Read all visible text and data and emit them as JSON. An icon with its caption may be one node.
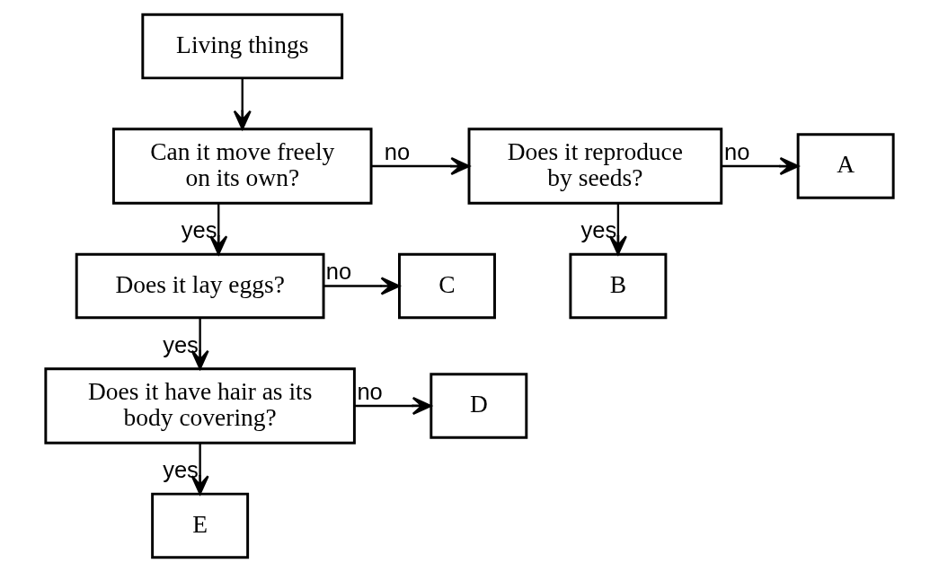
{
  "diagram": {
    "nodes": [
      {
        "text": [
          "Living things"
        ]
      },
      {
        "text": [
          "Can it move freely on its own?"
        ]
      },
      {
        "text": [
          "Does it reproduce by seeds?"
        ]
      },
      {
        "text": [
          "A"
        ]
      },
      {
        "text": [
          "B"
        ]
      },
      {
        "text": [
          "Does it lay eggs?"
        ]
      },
      {
        "text": [
          "C"
        ]
      },
      {
        "text": [
          "Does it have hair as its body covering?"
        ]
      },
      {
        "text": [
          "D"
        ]
      },
      {
        "text": [
          "E"
        ]
      }
    ],
    "edges": [
      {
        "from": 0,
        "to": 1,
        "arrow": "to"
      },
      {
        "from": 1,
        "to": 2,
        "arrow": "to",
        "label": "no"
      },
      {
        "from": 2,
        "to": 3,
        "arrow": "to",
        "label": "no"
      },
      {
        "from": 2,
        "to": 4,
        "arrow": "to",
        "label": "yes"
      },
      {
        "from": 1,
        "to": 5,
        "arrow": "to",
        "label": "yes"
      },
      {
        "from": 5,
        "to": 6,
        "arrow": "to",
        "label": "no"
      },
      {
        "from": 5,
        "to": 7,
        "arrow": "to",
        "label": "yes"
      },
      {
        "from": 7,
        "to": 8,
        "arrow": "to",
        "label": "no"
      },
      {
        "from": 7,
        "to": 9,
        "arrow": "to",
        "label": "yes"
      }
    ]
  }
}
